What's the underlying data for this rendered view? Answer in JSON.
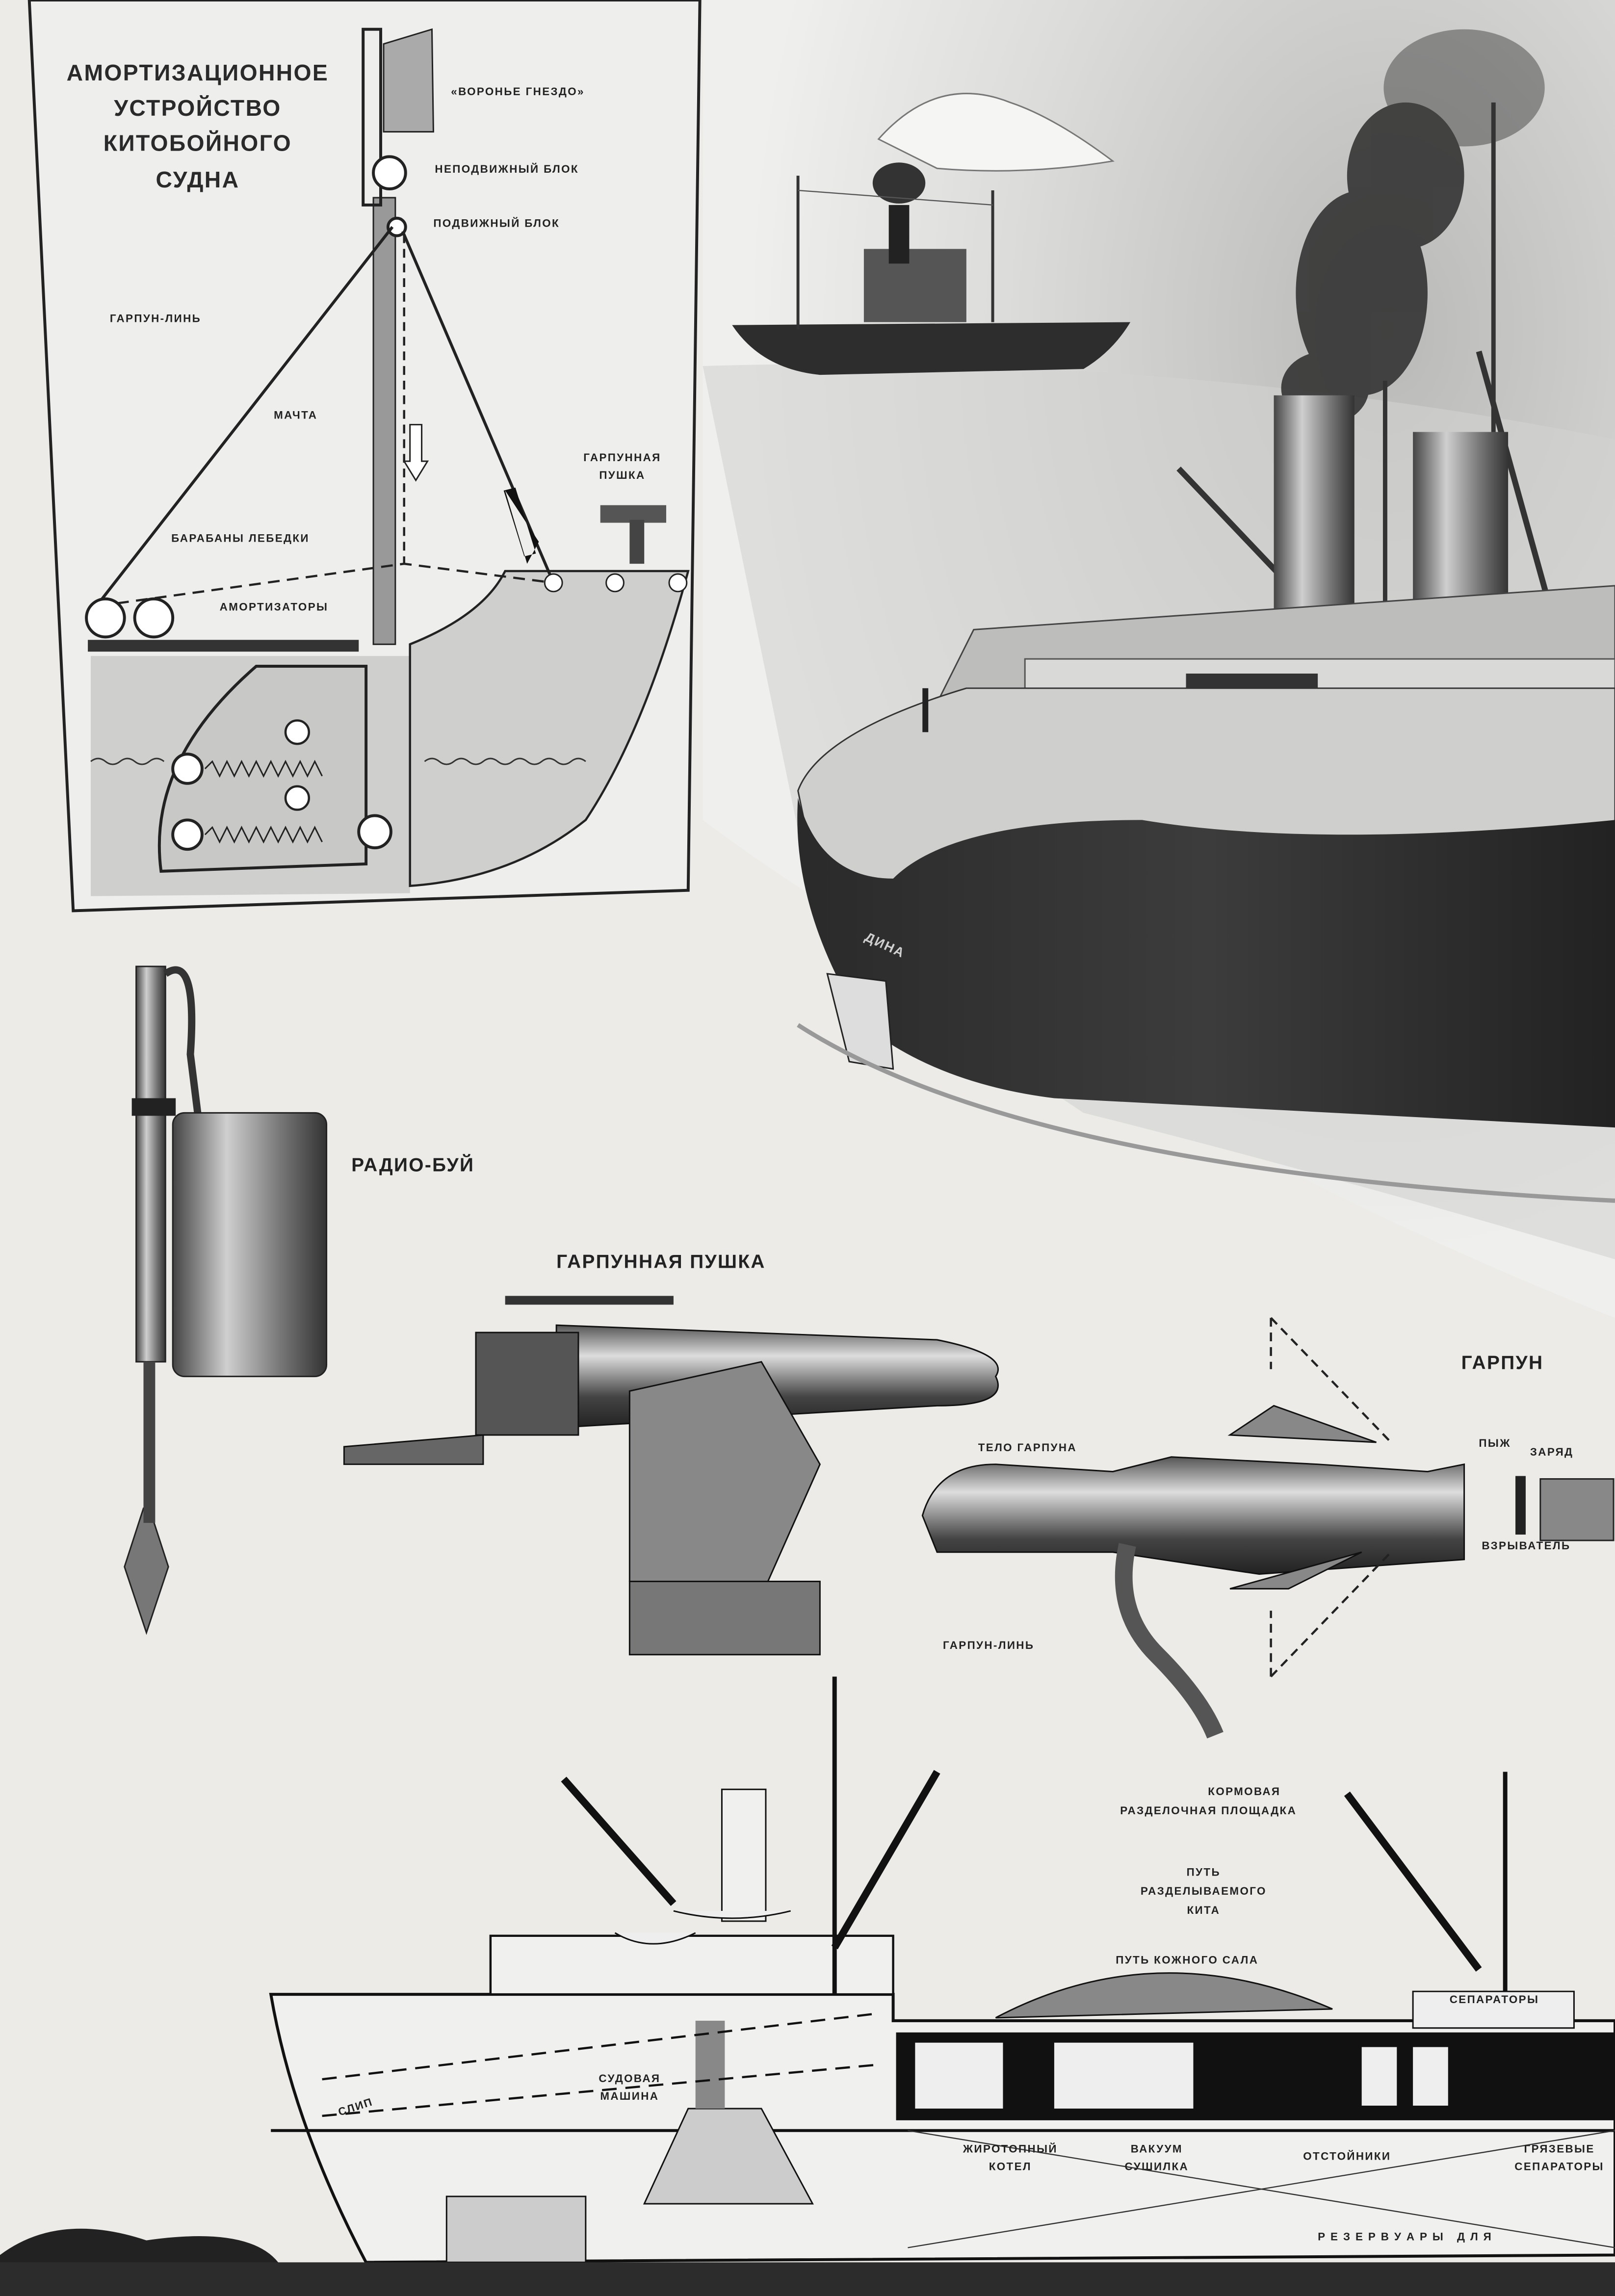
{
  "inset": {
    "title_lines": [
      "АМОРТИЗАЦИОННОЕ",
      "УСТРОЙСТВО",
      "КИТОБОЙНОГО",
      "СУДНА"
    ],
    "labels": {
      "crows_nest": "«ВОРОНЬЕ ГНЕЗДО»",
      "fixed_block": "НЕПОДВИЖНЫЙ БЛОК",
      "movable_block": "ПОДВИЖНЫЙ БЛОК",
      "harpoon_line": "ГАРПУН-ЛИНЬ",
      "mast": "МАЧТА",
      "harpoon_gun_1": "ГАРПУННАЯ",
      "harpoon_gun_2": "ПУШКА",
      "winch_drums": "БАРАБАНЫ ЛЕБЕДКИ",
      "shock_absorbers": "АМОРТИЗАТОРЫ"
    }
  },
  "ship_hull_name": "ДИНА",
  "radio_buoy": {
    "label": "РАДИО-БУЙ"
  },
  "harpoon_gun": {
    "label": "ГАРПУННАЯ ПУШКА"
  },
  "harpoon": {
    "title": "ГАРПУН",
    "body": "ТЕЛО ГАРПУНА",
    "wad": "ПЫЖ",
    "charge": "ЗАРЯД",
    "fuse": "ВЗРЫВАТЕЛЬ",
    "line": "ГАРПУН-ЛИНЬ"
  },
  "factory_ship": {
    "stern_platform_1": "КОРМОВАЯ",
    "stern_platform_2": "РАЗДЕЛОЧНАЯ ПЛОЩАДКА",
    "whale_path_1": "ПУТЬ",
    "whale_path_2": "РАЗДЕЛЫВАЕМОГО",
    "whale_path_3": "КИТА",
    "blubber_path": "ПУТЬ КОЖНОГО САЛА",
    "separators": "СЕПАРАТОРЫ",
    "slip": "СЛИП",
    "engine_1": "СУДОВАЯ",
    "engine_2": "МАШИНА",
    "boiler_1": "ЖИРОТОПНЫЙ",
    "boiler_2": "КОТЕЛ",
    "dryer_1": "ВАКУУМ",
    "dryer_2": "СУШИЛКА",
    "settlers": "ОТСТОЙНИКИ",
    "mud_sep_1": "ГРЯЗЕВЫЕ",
    "mud_sep_2": "СЕПАРАТОРЫ",
    "tanks": "Р Е З Е Р В У А Р Ы   Д Л Я"
  }
}
